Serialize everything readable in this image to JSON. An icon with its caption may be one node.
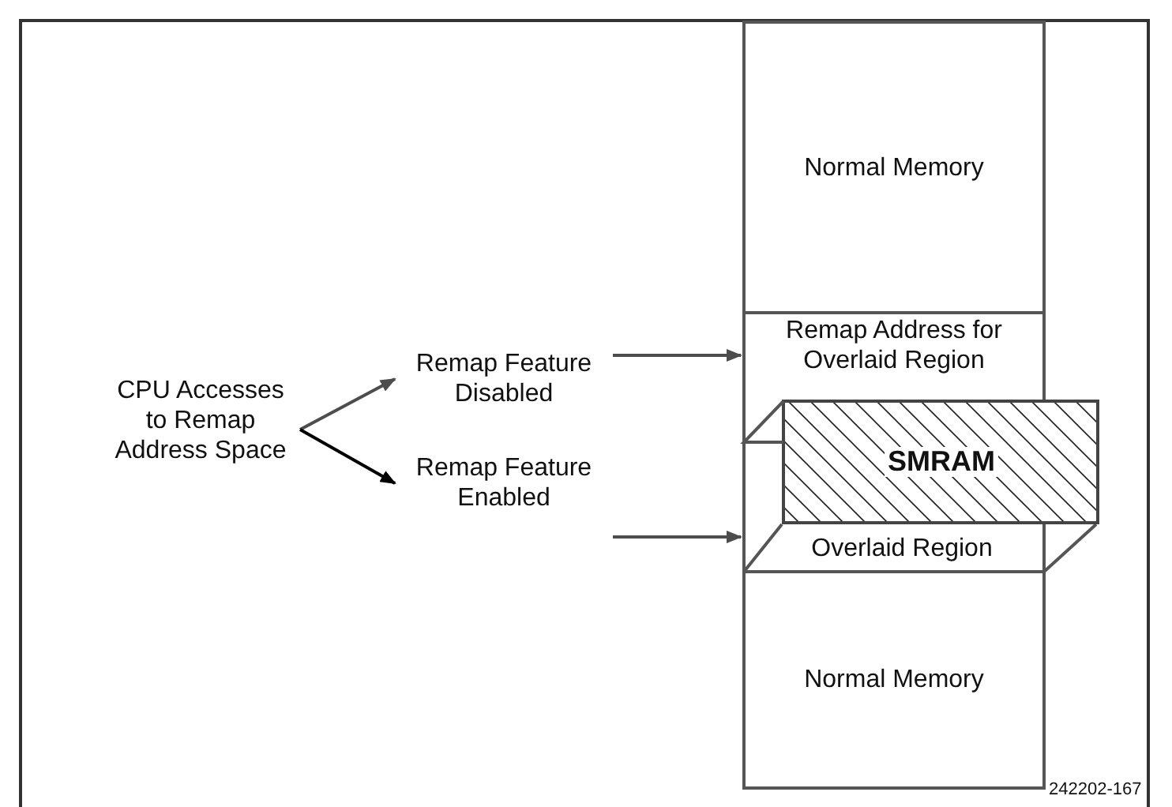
{
  "diagram": {
    "nodes": [
      {
        "text": [
          "CPU Accesses to Remap Address Space"
        ]
      },
      {
        "text": [
          "Remap Feature Disabled"
        ]
      },
      {
        "text": [
          "Remap Feature Enabled"
        ]
      },
      {
        "text": [
          "Normal Memory"
        ]
      },
      {
        "text": [
          "Remap Address for Overlaid Region"
        ]
      },
      {
        "text": [
          "SMRAM"
        ]
      },
      {
        "text": [
          "Overlaid Region"
        ]
      },
      {
        "text": [
          "Normal Memory"
        ]
      }
    ],
    "edges": [
      {
        "from": 0,
        "to": 1,
        "arrow": "to"
      },
      {
        "from": 0,
        "to": 2,
        "arrow": "to",
        "color": "#000000"
      },
      {
        "from": 1,
        "to": 4,
        "arrow": "to"
      },
      {
        "from": 2,
        "to": 6,
        "arrow": "to"
      }
    ],
    "labels": [
      "242202-167"
    ]
  }
}
